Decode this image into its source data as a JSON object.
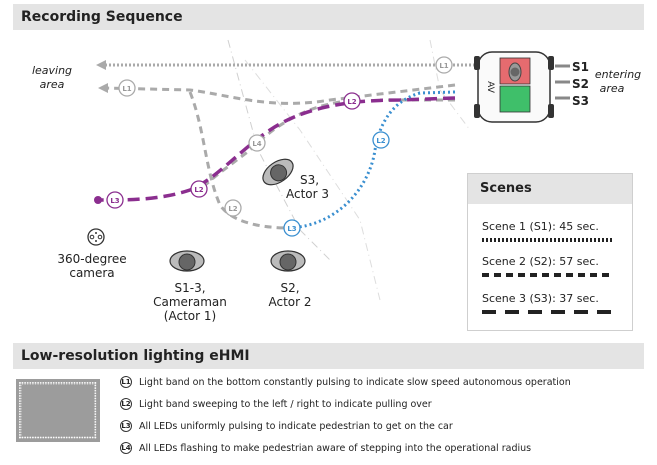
{
  "top_panel": {
    "title": "Recording Sequence"
  },
  "areas": {
    "leaving_line1": "leaving",
    "leaving_line2": "area",
    "entering_line1": "entering",
    "entering_line2": "area"
  },
  "car": {
    "label": "AV",
    "lane_labels": [
      "S1",
      "S2",
      "S3"
    ]
  },
  "path_badges": {
    "l1": "L1",
    "l2": "L2",
    "l3": "L3",
    "l4": "L4"
  },
  "camera": {
    "label_line1": "360-degree",
    "label_line2": "camera"
  },
  "actors": {
    "cameraman": [
      "S1-3,",
      "Cameraman",
      "(Actor 1)"
    ],
    "actor2": [
      "S2,",
      "Actor 2"
    ],
    "actor3": [
      "S3,",
      "Actor 3"
    ]
  },
  "scenes": {
    "title": "Scenes",
    "items": [
      {
        "label": "Scene 1 (S1): 45 sec."
      },
      {
        "label": "Scene 2 (S2): 57 sec."
      },
      {
        "label": "Scene 3 (S3): 37 sec."
      }
    ]
  },
  "bottom_panel": {
    "title": "Low-resolution lighting eHMI",
    "legend": [
      {
        "badge": "L1",
        "text": "Light band on the bottom constantly pulsing to indicate slow speed autonomous operation"
      },
      {
        "badge": "L2",
        "text": "Light band sweeping to the left / right to indicate pulling over"
      },
      {
        "badge": "L3",
        "text": "All LEDs uniformly pulsing to indicate pedestrian to get on the car"
      },
      {
        "badge": "L4",
        "text": "All LEDs flashing to make pedestrian aware of stepping into the operational radius"
      }
    ]
  },
  "colors": {
    "purple": "#8b2e8f",
    "blue": "#3a8fd0",
    "gray": "#aaaaaa",
    "header_bg": "#e4e4e4",
    "red": "#e56b6f",
    "green": "#3fbf6a"
  }
}
